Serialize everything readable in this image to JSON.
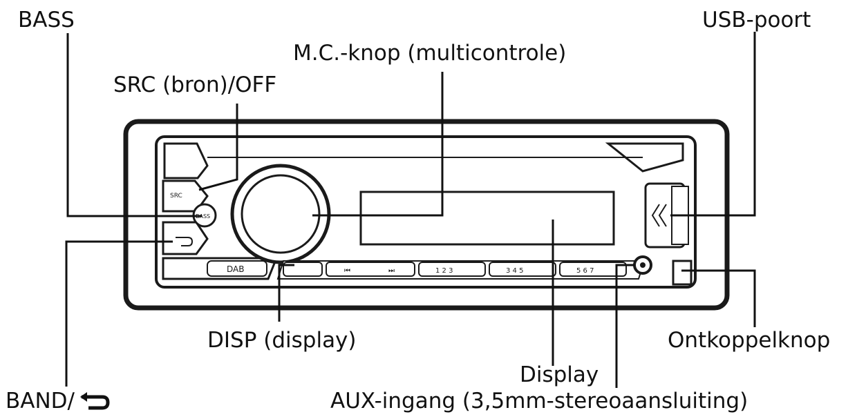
{
  "labels": {
    "bass": "BASS",
    "src": "SRC (bron)/OFF",
    "mc": "M.C.-knop (multicontrole)",
    "usb": "USB-poort",
    "disp": "DISP (display)",
    "ontkoppel": "Ontkoppelknop",
    "display": "Display",
    "band": "BAND/",
    "aux": "AUX-ingang (3,5mm-stereoaansluiting)"
  },
  "panel": {
    "src_label": "SRC",
    "bass_label": "BASS",
    "dab_label": "DAB",
    "preset_groups": [
      "1 2 3",
      "3 4 5",
      "5 6 7"
    ]
  },
  "icons": {
    "band_icon": "back-arrow-icon",
    "usb_icon": "usb-chevron-icon"
  },
  "colors": {
    "outline": "#1a1a1a",
    "panel_fill": "#ffffff",
    "text": "#111111"
  }
}
